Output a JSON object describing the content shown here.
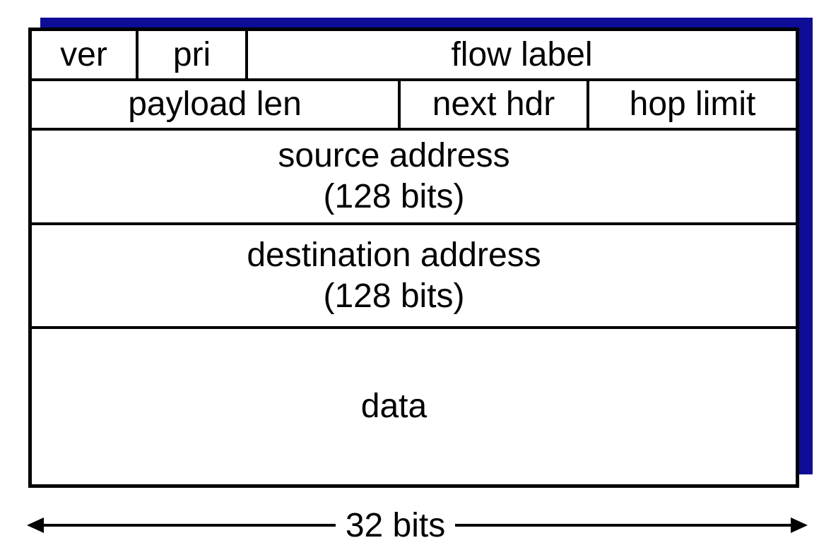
{
  "colors": {
    "shadow": "#0d0d96",
    "border": "#000000",
    "background": "#ffffff",
    "text": "#000000"
  },
  "packet_table": {
    "rows": [
      {
        "cells": [
          {
            "label": "ver"
          },
          {
            "label": "pri"
          },
          {
            "label": "flow label"
          }
        ]
      },
      {
        "cells": [
          {
            "label": "payload len"
          },
          {
            "label": "next hdr"
          },
          {
            "label": "hop limit"
          }
        ]
      },
      {
        "cells": [
          {
            "label": "source address",
            "sub": "(128 bits)"
          }
        ]
      },
      {
        "cells": [
          {
            "label": "destination address",
            "sub": "(128 bits)"
          }
        ]
      },
      {
        "cells": [
          {
            "label": "data"
          }
        ]
      }
    ]
  },
  "scale": {
    "label": "32 bits"
  }
}
